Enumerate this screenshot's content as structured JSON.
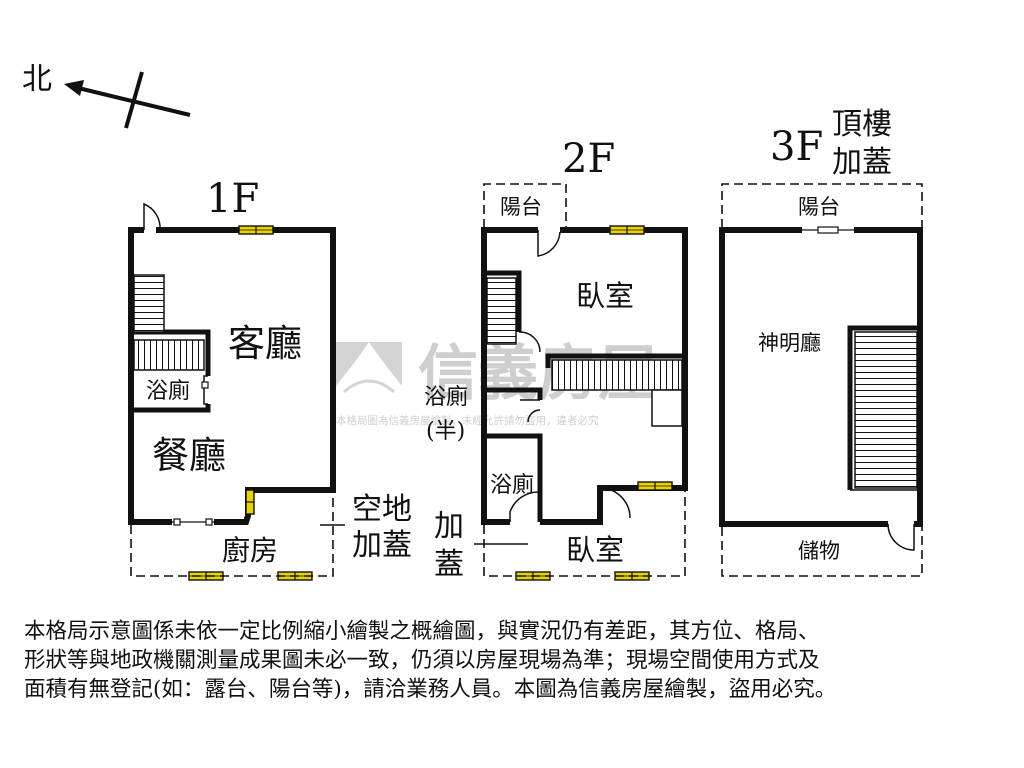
{
  "compass": {
    "label": "北"
  },
  "floor1": {
    "title": "1F",
    "rooms": {
      "living": "客廳",
      "bath": "浴廁",
      "dining": "餐廳",
      "kitchen": "廚房"
    },
    "annex": {
      "line1": "空地",
      "line2": "加蓋"
    }
  },
  "floor2": {
    "title": "2F",
    "rooms": {
      "balcony": "陽台",
      "bedroom_top": "臥室",
      "half_bath": "浴廁",
      "half_bath_note": "(半)",
      "bath": "浴廁",
      "bedroom_bottom": "臥室"
    },
    "annex": {
      "line1": "加",
      "line2": "蓋"
    }
  },
  "floor3": {
    "title": "3F",
    "subtitle_line1": "頂樓",
    "subtitle_line2": "加蓋",
    "rooms": {
      "balcony": "陽台",
      "shrine": "神明廳",
      "storage": "儲物"
    }
  },
  "watermark": {
    "brand": "信義房屋",
    "notice": "本格局圖為信義房屋繪製，未經允許請勿盜用，違者必究"
  },
  "disclaimer": {
    "line1": "本格局示意圖係未依一定比例縮小繪製之概繪圖，與實況仍有差距，其方位、格局、",
    "line2": "形狀等與地政機關測量成果圖未必一致，仍須以房屋現場為準；現場空間使用方式及",
    "line3": "面積有無登記(如：露台、陽台等)，請洽業務人員。本圖為信義房屋繪製，盜用必究。"
  },
  "colors": {
    "wall": "#111111",
    "window": "#e8d200",
    "watermark": "#c9c9c9"
  }
}
